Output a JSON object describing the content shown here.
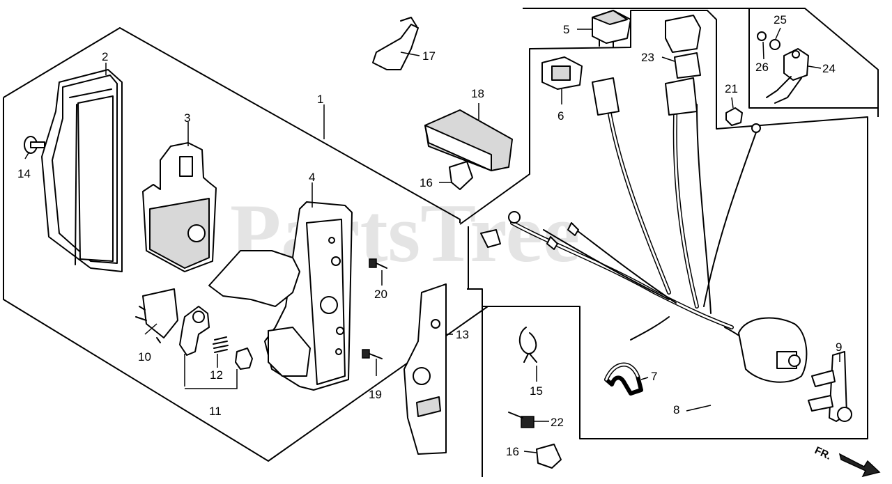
{
  "watermark": "PartsTree",
  "direction_label": "FR.",
  "callouts": {
    "c1": "1",
    "c2": "2",
    "c3": "3",
    "c4": "4",
    "c5": "5",
    "c6": "6",
    "c7": "7",
    "c8": "8",
    "c9": "9",
    "c10": "10",
    "c11": "11",
    "c12": "12",
    "c13": "13",
    "c14": "14",
    "c15": "15",
    "c16a": "16",
    "c16b": "16",
    "c17": "17",
    "c18": "18",
    "c19": "19",
    "c20": "20",
    "c21": "21",
    "c22": "22",
    "c23": "23",
    "c24": "24",
    "c25": "25",
    "c26": "26"
  }
}
